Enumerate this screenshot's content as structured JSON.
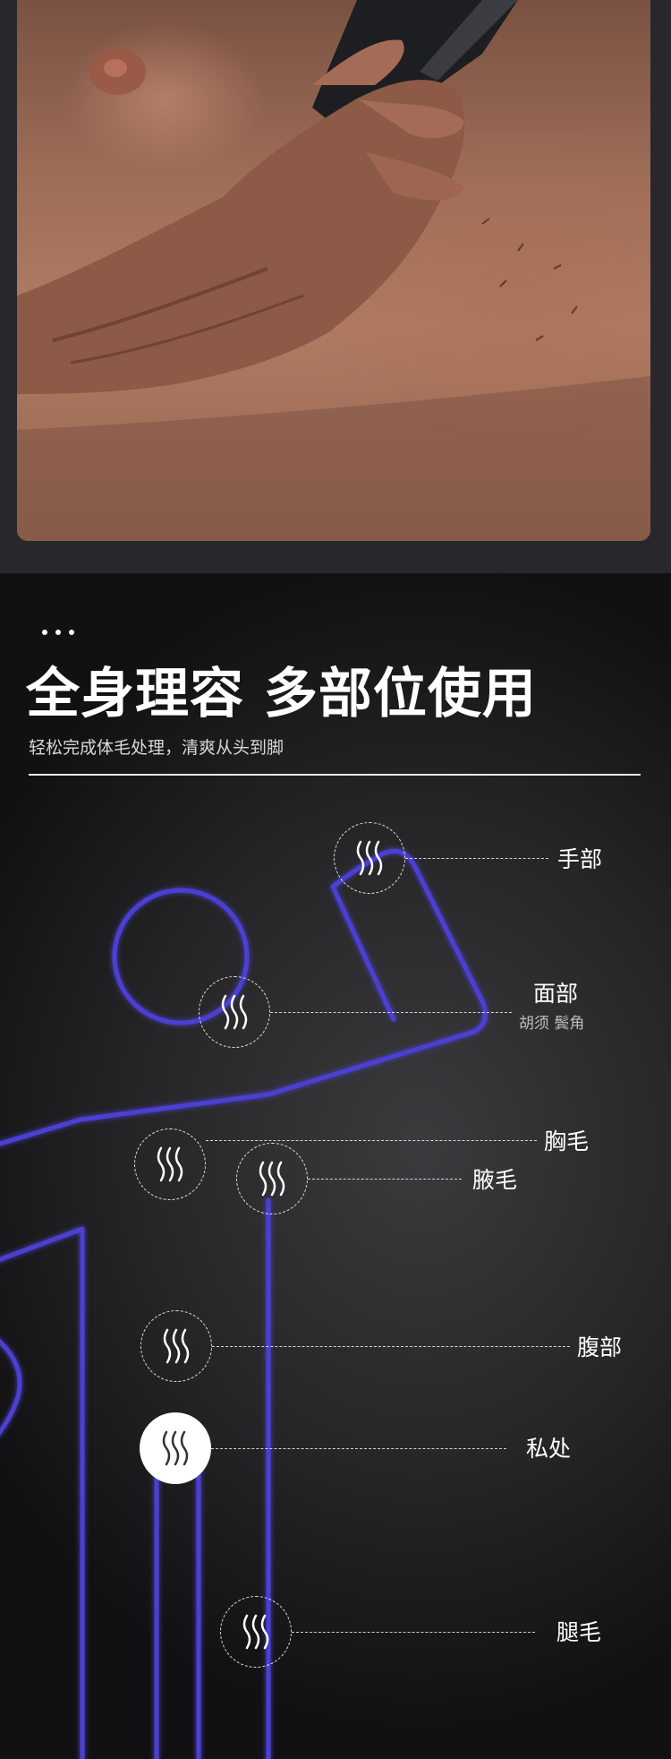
{
  "photo": {
    "description_icon": "chest-grooming-photo"
  },
  "header": {
    "title": "全身理容 多部位使用",
    "subtitle": "轻松完成体毛处理，清爽从头到脚"
  },
  "zones": [
    {
      "id": "hands",
      "label": "手部",
      "sub": ""
    },
    {
      "id": "face",
      "label": "面部",
      "sub": "胡须 鬓角"
    },
    {
      "id": "chest",
      "label": "胸毛",
      "sub": ""
    },
    {
      "id": "armpit",
      "label": "腋毛",
      "sub": ""
    },
    {
      "id": "belly",
      "label": "腹部",
      "sub": ""
    },
    {
      "id": "groin",
      "label": "私处",
      "sub": ""
    },
    {
      "id": "legs",
      "label": "腿毛",
      "sub": ""
    }
  ],
  "colors": {
    "figure_stroke": "#4c3fd1",
    "background": "#262629",
    "accent": "#ffffff"
  },
  "icons": {
    "zone_icon": "hair-strands-icon",
    "dots_icon": "ellipsis-dots-icon"
  }
}
